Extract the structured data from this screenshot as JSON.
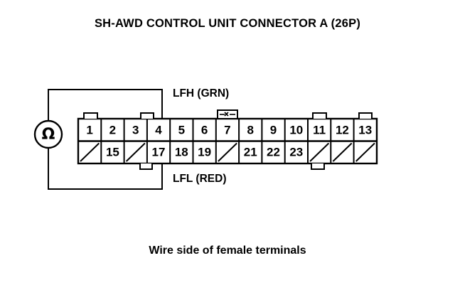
{
  "title": "SH-AWD CONTROL UNIT CONNECTOR A (26P)",
  "caption": "Wire side of female terminals",
  "labels": {
    "upper_wire": "LFH (GRN)",
    "lower_wire": "LFL (RED)"
  },
  "meter": {
    "type": "ohmmeter",
    "symbol": "Ω"
  },
  "connector": {
    "pin_count_label": "26P",
    "columns": 13,
    "rows": 2,
    "top_row": [
      "1",
      "2",
      "3",
      "4",
      "5",
      "6",
      "7",
      "8",
      "9",
      "10",
      "11",
      "12",
      "13"
    ],
    "bottom_row": [
      "",
      "15",
      "",
      "17",
      "18",
      "19",
      "",
      "21",
      "22",
      "23",
      "",
      "",
      ""
    ],
    "blank_marker": "diagonal-slash",
    "top_tabs_after_columns": [
      1,
      3,
      7,
      11,
      13
    ],
    "bottom_tabs_after_columns": [
      3,
      11
    ],
    "locking_tab_column": 7
  },
  "colors": {
    "ink": "#000000",
    "background": "#ffffff"
  }
}
